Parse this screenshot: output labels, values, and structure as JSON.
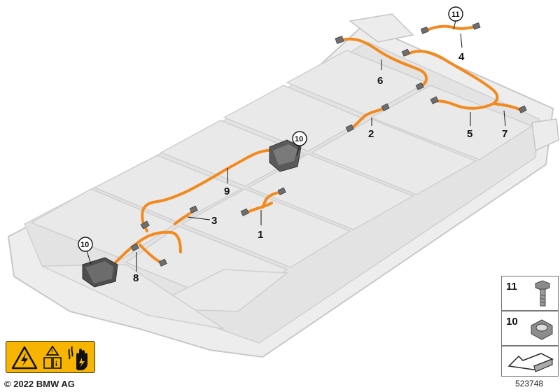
{
  "callouts": {
    "c1": "1",
    "c2": "2",
    "c3": "3",
    "c4": "4",
    "c5": "5",
    "c6": "6",
    "c7": "7",
    "c8": "8",
    "c9": "9",
    "c10a": "10",
    "c10b": "10",
    "c11": "11"
  },
  "legend": {
    "item11": "11",
    "item10": "10"
  },
  "footer": {
    "copyright": "© 2022 BMW AG",
    "diagram_id": "523748"
  },
  "icons": {
    "warning_panel": [
      "high-voltage-warning-icon",
      "read-manual-icon",
      "protective-gloves-icon"
    ],
    "legend": [
      "bolt-icon",
      "hex-nut-icon",
      "arrow-direction-icon"
    ]
  },
  "colors": {
    "cable": "#f28a1e",
    "tray": "#e8e8e8",
    "warning": "#f7b500"
  }
}
